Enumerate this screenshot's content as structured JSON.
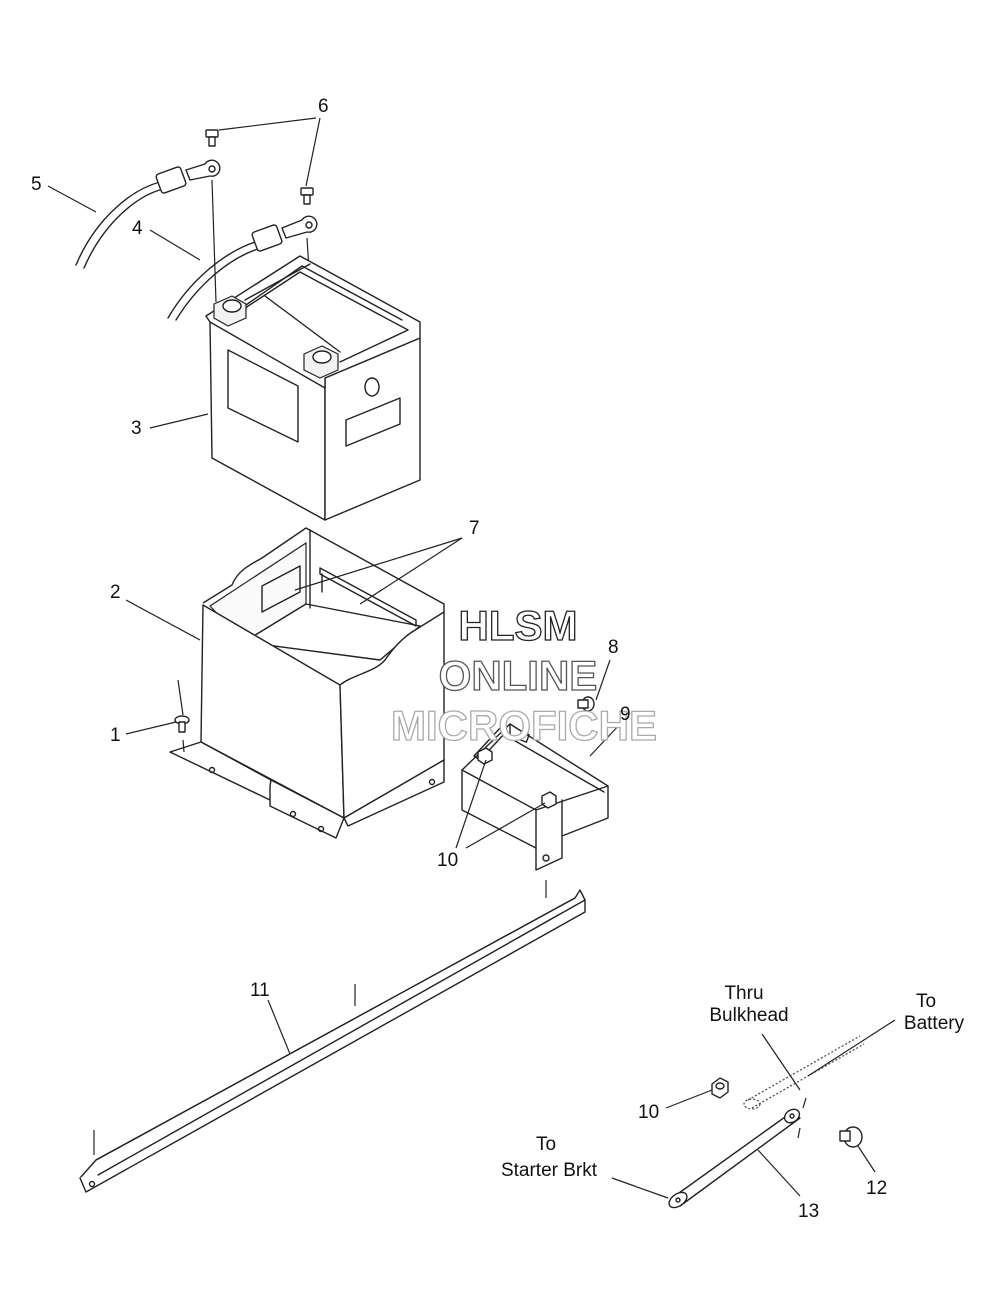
{
  "callouts": {
    "c1": "1",
    "c2": "2",
    "c3": "3",
    "c4": "4",
    "c5": "5",
    "c6": "6",
    "c7": "7",
    "c8": "8",
    "c9": "9",
    "c10a": "10",
    "c10b": "10",
    "c11": "11",
    "c12": "12",
    "c13": "13"
  },
  "notes": {
    "thru_1": "Thru",
    "thru_2": "Bulkhead",
    "battery_1": "To",
    "battery_2": "Battery",
    "starter_1": "To",
    "starter_2": "Starter Brkt"
  },
  "watermark": {
    "line1": "HLSM",
    "line2": "ONLINE",
    "line3": "MICROFICHE",
    "color1": "#222222",
    "color2": "#555555",
    "color3": "#aaaaaa"
  }
}
